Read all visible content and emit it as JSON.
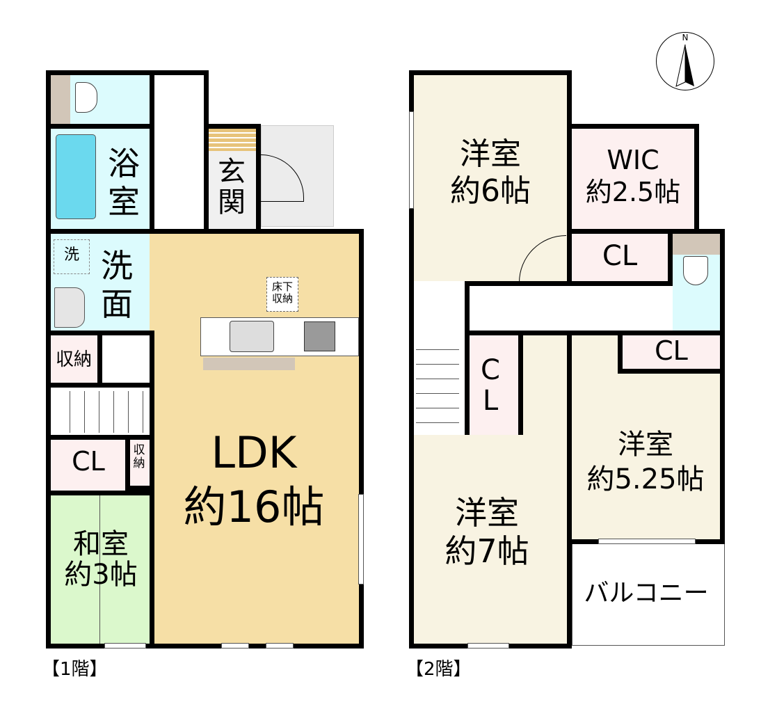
{
  "floor1": {
    "label": "【1階】",
    "rooms": {
      "bath": "浴室",
      "washroom": "洗面",
      "washer": "洗",
      "entrance": "玄関",
      "storage1": "収納",
      "closet": "CL",
      "storage2": "収納",
      "ldk": "LDK\n約16帖",
      "underfloor": "床下\n収納",
      "washitsu": "和室\n約3帖"
    }
  },
  "floor2": {
    "label": "【2階】",
    "rooms": {
      "western6": "洋室\n約6帖",
      "wic": "WIC\n約2.5帖",
      "cl_top": "CL",
      "cl_mid": "C\nL",
      "cl_right": "CL",
      "western525": "洋室\n約5.25帖",
      "western7": "洋室\n約7帖",
      "balcony": "バルコニー"
    }
  },
  "compass": {
    "label": "N"
  },
  "colors": {
    "ldk": "#f6dfa6",
    "wet": "#dcfbfd",
    "western": "#f8f3e2",
    "closet": "#fdf0f0",
    "washitsu": "#dbf8cc",
    "toilet_strip": "#d2c6b8"
  }
}
